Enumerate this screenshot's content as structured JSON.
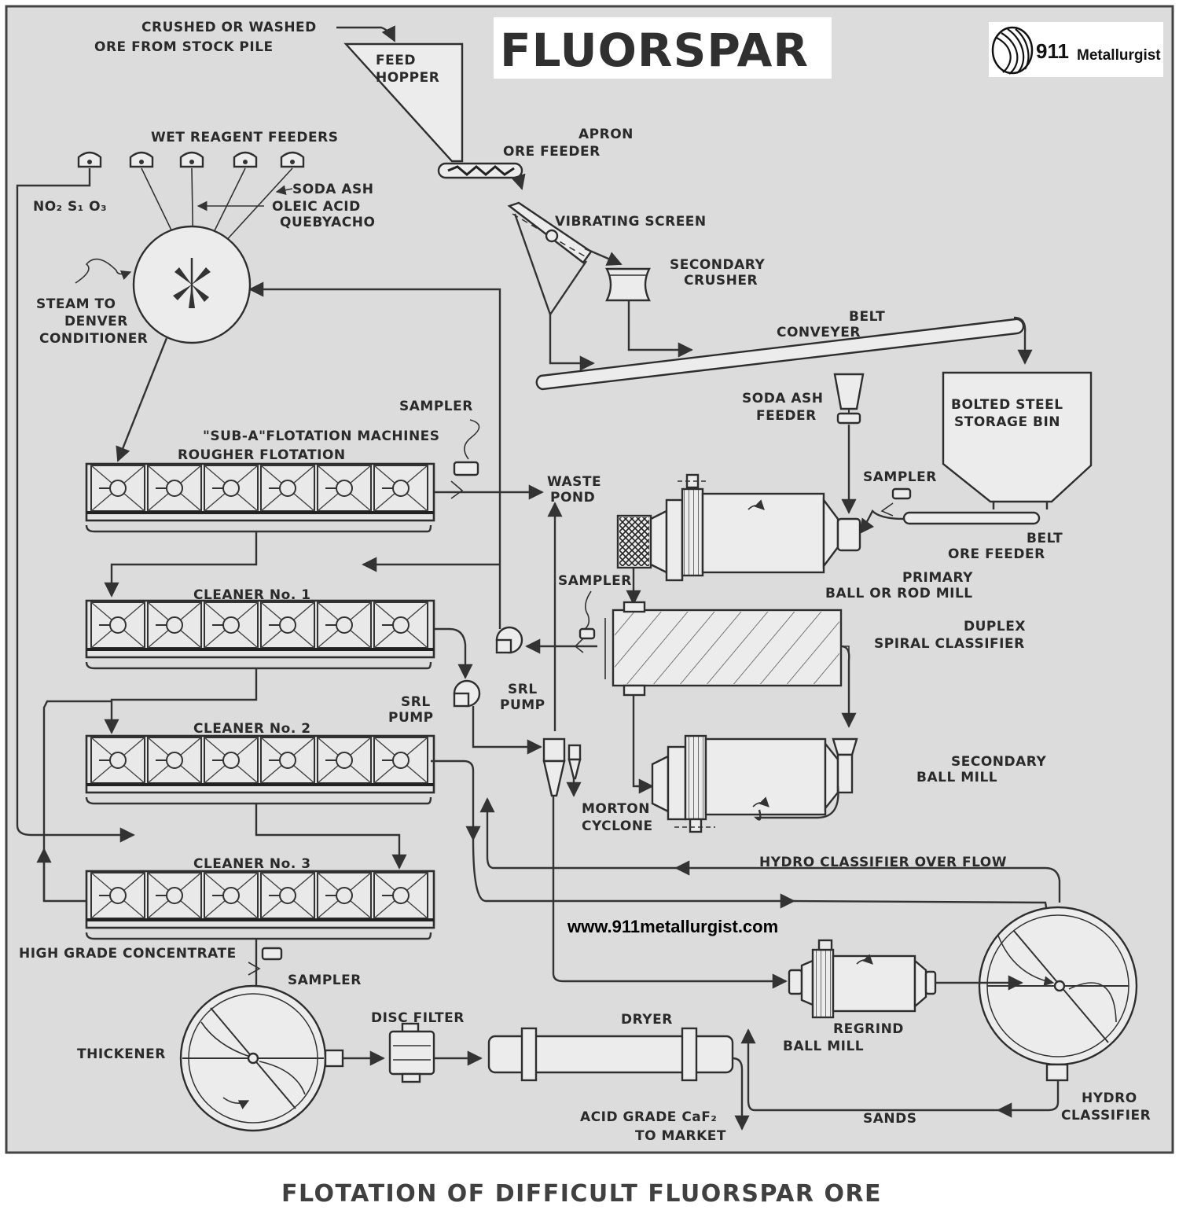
{
  "title": "FLUORSPAR",
  "logo": {
    "number": "911",
    "word": "Metallurgist"
  },
  "caption": "FLOTATION OF DIFFICULT FLUORSPAR ORE",
  "website": "www.911metallurgist.com",
  "labels": {
    "crushed_ore_1": "CRUSHED OR WASHED",
    "crushed_ore_2": "ORE FROM STOCK PILE",
    "feed_hopper_1": "FEED",
    "feed_hopper_2": "HOPPER",
    "apron_1": "APRON",
    "apron_2": "ORE FEEDER",
    "vibrating_screen": "VIBRATING SCREEN",
    "secondary_crusher_1": "SECONDARY",
    "secondary_crusher_2": "CRUSHER",
    "belt_conveyer_1": "BELT",
    "belt_conveyer_2": "CONVEYER",
    "wet_reagent_feeders": "WET REAGENT FEEDERS",
    "reagent_1": "NO₂ S₁ O₃",
    "soda_ash": "SODA ASH",
    "oleic_acid": "OLEIC ACID",
    "quebyacho": "QUEBYACHO",
    "steam_1": "STEAM TO",
    "steam_2": "DENVER",
    "steam_3": "CONDITIONER",
    "sampler_top": "SAMPLER",
    "suba": "\"SUB-A\"FLOTATION MACHINES",
    "rougher": "ROUGHER FLOTATION",
    "waste_1": "WASTE",
    "waste_2": "POND",
    "soda_feeder_1": "SODA ASH",
    "soda_feeder_2": "FEEDER",
    "bolted_1": "BOLTED STEEL",
    "bolted_2": "STORAGE BIN",
    "sampler_right": "SAMPLER",
    "belt_feeder_1": "BELT",
    "belt_feeder_2": "ORE FEEDER",
    "primary_1": "PRIMARY",
    "primary_2": "BALL OR ROD MILL",
    "sampler_mid": "SAMPLER",
    "duplex_1": "DUPLEX",
    "duplex_2": "SPIRAL CLASSIFIER",
    "cleaner1": "CLEANER No. 1",
    "cleaner2": "CLEANER No. 2",
    "cleaner3": "CLEANER No. 3",
    "srl_pump_left_1": "SRL",
    "srl_pump_left_2": "PUMP",
    "srl_pump_mid_1": "SRL",
    "srl_pump_mid_2": "PUMP",
    "secondary_mill_1": "SECONDARY",
    "secondary_mill_2": "BALL MILL",
    "morton_1": "MORTON",
    "morton_2": "CYCLONE",
    "hydro_overflow": "HYDRO CLASSIFIER OVER FLOW",
    "high_grade": "HIGH GRADE CONCENTRATE",
    "sampler_bottom": "SAMPLER",
    "thickener": "THICKENER",
    "disc_filter": "DISC FILTER",
    "dryer": "DRYER",
    "regrind_1": "REGRIND",
    "regrind_2": "BALL MILL",
    "acid_1": "ACID GRADE CaF₂",
    "acid_2": "TO MARKET",
    "sands": "SANDS",
    "hydro_1": "HYDRO",
    "hydro_2": "CLASSIFIER"
  }
}
